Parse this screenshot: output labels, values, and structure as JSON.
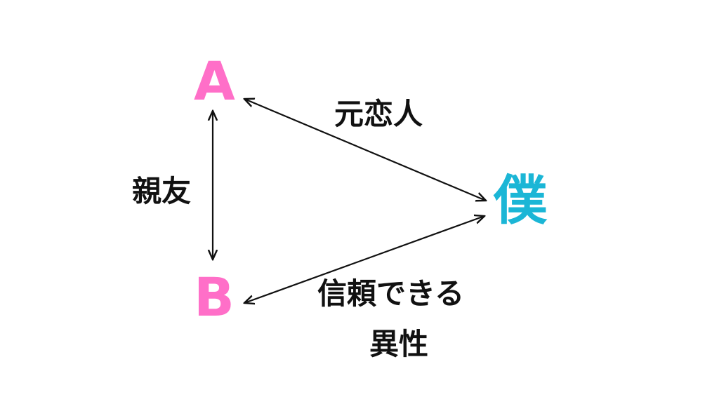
{
  "nodes": {
    "a": {
      "label": "A",
      "color": "#ff6fc8"
    },
    "b": {
      "label": "B",
      "color": "#ff6fc8"
    },
    "me": {
      "label": "僕",
      "color": "#1bb6d6"
    }
  },
  "edges": {
    "a_me": {
      "label": "元恋人"
    },
    "a_b": {
      "label": "親友"
    },
    "b_me": {
      "line1": "信頼できる",
      "line2": "異性"
    }
  },
  "colors": {
    "arrow": "#111111",
    "text": "#111111",
    "background": "#ffffff"
  }
}
